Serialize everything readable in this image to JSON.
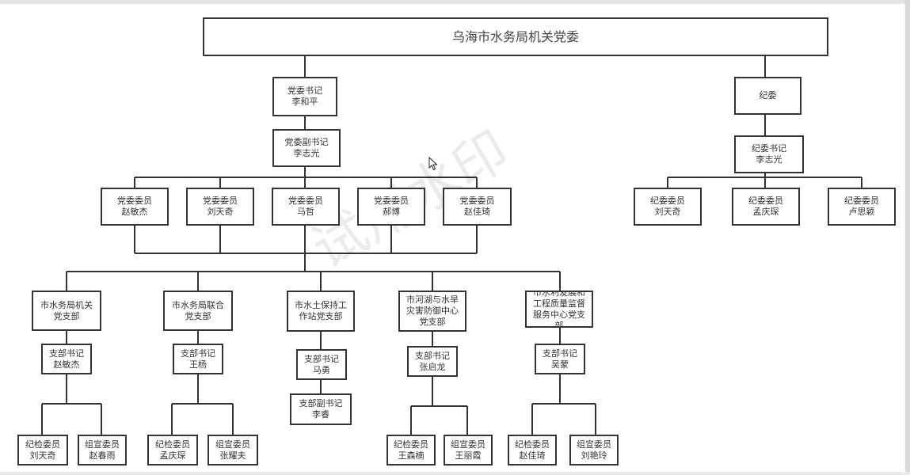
{
  "root": {
    "title": "乌海市水务局机关党委"
  },
  "secretary": {
    "title": "党委书记",
    "name": "李和平"
  },
  "deputy": {
    "title": "党委副书记",
    "name": "李志光"
  },
  "committee": [
    {
      "title": "党委委员",
      "name": "赵敏杰"
    },
    {
      "title": "党委委员",
      "name": "刘天奇"
    },
    {
      "title": "党委委员",
      "name": "马哲"
    },
    {
      "title": "党委委员",
      "name": "郝博"
    },
    {
      "title": "党委委员",
      "name": "赵佳琦"
    }
  ],
  "discipline": {
    "root": {
      "title": "纪委"
    },
    "secretary": {
      "title": "纪委书记",
      "name": "李志光"
    },
    "members": [
      {
        "title": "纪委委员",
        "name": "刘天奇"
      },
      {
        "title": "纪委委员",
        "name": "孟庆琛"
      },
      {
        "title": "纪委委员",
        "name": "卢思颖"
      }
    ]
  },
  "branches": [
    {
      "name_l1": "市水务局机关",
      "name_l2": "党支部",
      "name_l3": "",
      "name_l4": "",
      "secretary": {
        "title": "支部书记",
        "name": "赵敏杰"
      },
      "members": [
        {
          "title": "纪检委员",
          "name": "刘天奇"
        },
        {
          "title": "组宣委员",
          "name": "赵春雨"
        }
      ]
    },
    {
      "name_l1": "市水务局联合",
      "name_l2": "党支部",
      "name_l3": "",
      "name_l4": "",
      "secretary": {
        "title": "支部书记",
        "name": "王杨"
      },
      "members": [
        {
          "title": "纪检委员",
          "name": "孟庆琛"
        },
        {
          "title": "组宣委员",
          "name": "张耀夫"
        }
      ]
    },
    {
      "name_l1": "市水土保持工",
      "name_l2": "作站党支部",
      "name_l3": "",
      "name_l4": "",
      "secretary": {
        "title": "支部书记",
        "name": "马勇"
      },
      "deputy": {
        "title": "支部副书记",
        "name": "李睿"
      }
    },
    {
      "name_l1": "市河湖与水旱",
      "name_l2": "灾害防御中心",
      "name_l3": "党支部",
      "name_l4": "",
      "secretary": {
        "title": "支部书记",
        "name": "张启龙"
      },
      "members": [
        {
          "title": "纪检委员",
          "name": "王森楠"
        },
        {
          "title": "组宣委员",
          "name": "王丽霞"
        }
      ]
    },
    {
      "name_l1": "市水利发展和",
      "name_l2": "工程质量监督",
      "name_l3": "服务中心党支",
      "name_l4": "部",
      "secretary": {
        "title": "支部书记",
        "name": "吴蒙"
      },
      "members": [
        {
          "title": "纪检委员",
          "name": "赵佳琦"
        },
        {
          "title": "组宣委员",
          "name": "刘艳玲"
        }
      ]
    }
  ],
  "watermark": {
    "text": "试用水印"
  },
  "colors": {
    "line": "#333333",
    "box_border": "#333333",
    "text": "#333333",
    "background": "#ffffff"
  }
}
